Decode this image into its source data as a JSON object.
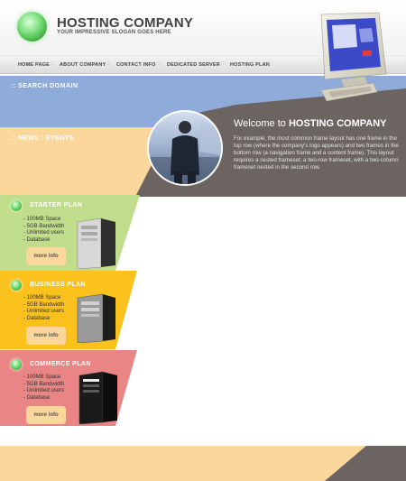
{
  "header": {
    "company_name": "HOSTING COMPANY",
    "slogan": "YOUR IMPRESSIVE SLOGAN GOES HERE"
  },
  "nav": {
    "items": [
      {
        "label": "HOME PAGE"
      },
      {
        "label": "ABOUT COMPANY"
      },
      {
        "label": "CONTACT INFO"
      },
      {
        "label": "DEDICATED SERVER"
      },
      {
        "label": "HOSTING PLAN"
      }
    ],
    "separator": "::"
  },
  "sidebar": {
    "search_title": ":: SEARCH DOMAIN",
    "news_title": ":: NEWS : EVENTS"
  },
  "welcome": {
    "title_prefix": "Welcome to ",
    "title_bold": "HOSTING COMPANY",
    "body": "For example, the most common frame layout has one frame in the top row (where the company's logo appears) and two frames in the bottom row (a navigation frame and a content frame). This layout requires a nested frameset: a two-row frameset, with a two-column frameset nested in the second row."
  },
  "plans": [
    {
      "title": "STARTER PLAN",
      "features": [
        "- 100MB Space",
        "- 5GB Bandwidth",
        "- Unlimited users",
        "- Database"
      ],
      "button_label": "more info"
    },
    {
      "title": "BUSINESS PLAN",
      "features": [
        "- 100MB Space",
        "- 5GB Bandwidth",
        "- Unlimited users",
        "- Database"
      ],
      "button_label": "more info"
    },
    {
      "title": "COMMERCE PLAN",
      "features": [
        "- 100MB Space",
        "- 5GB Bandwidth",
        "- Unlimited users",
        "- Database"
      ],
      "button_label": "more info"
    }
  ],
  "colors": {
    "blue_band": "#8eabd9",
    "peach": "#fbd79c",
    "gray_panel": "#6b6461",
    "starter": "#bfdd8a",
    "business": "#fbc21e",
    "commerce": "#e98585"
  }
}
